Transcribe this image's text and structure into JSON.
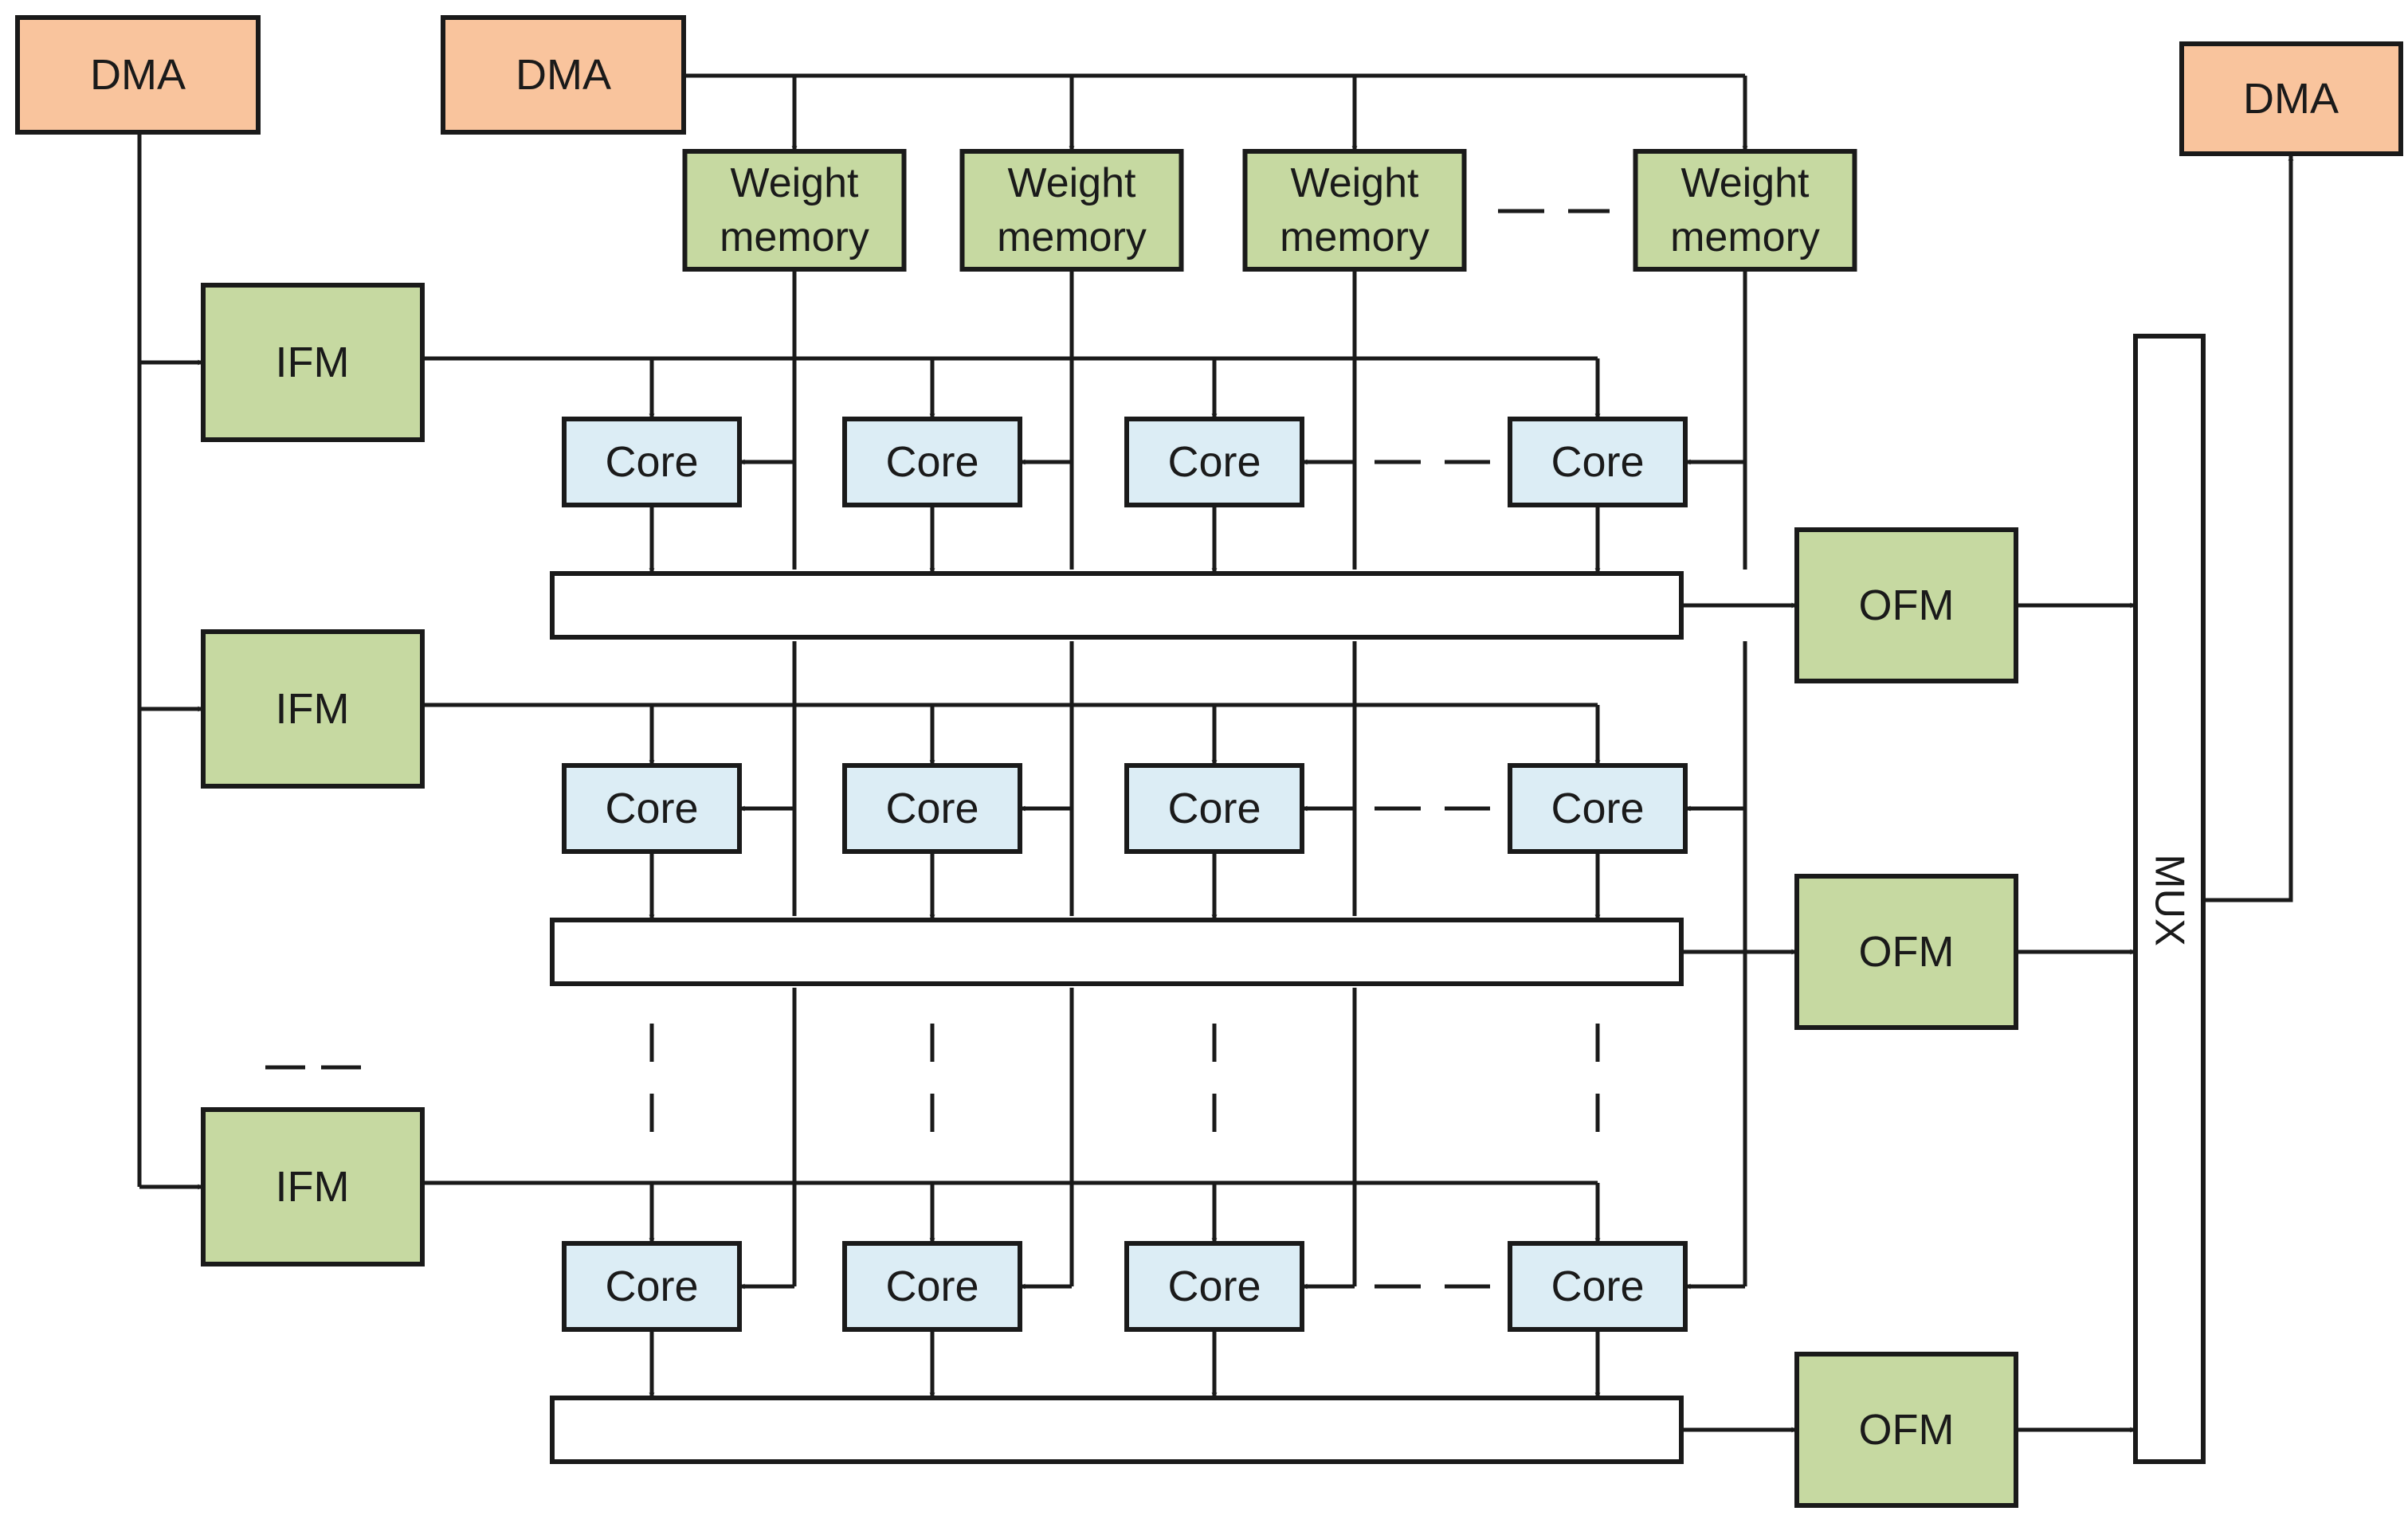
{
  "colors": {
    "dma_fill": "#f9c49d",
    "memory_fill": "#c6d9a1",
    "core_fill": "#dcedf5",
    "bus_fill": "#ffffff",
    "line": "#1a1a1a"
  },
  "labels": {
    "dma": "DMA",
    "weight_line1": "Weight",
    "weight_line2": "memory",
    "ifm": "IFM",
    "ofm": "OFM",
    "core": "Core",
    "mux": "MUX"
  }
}
